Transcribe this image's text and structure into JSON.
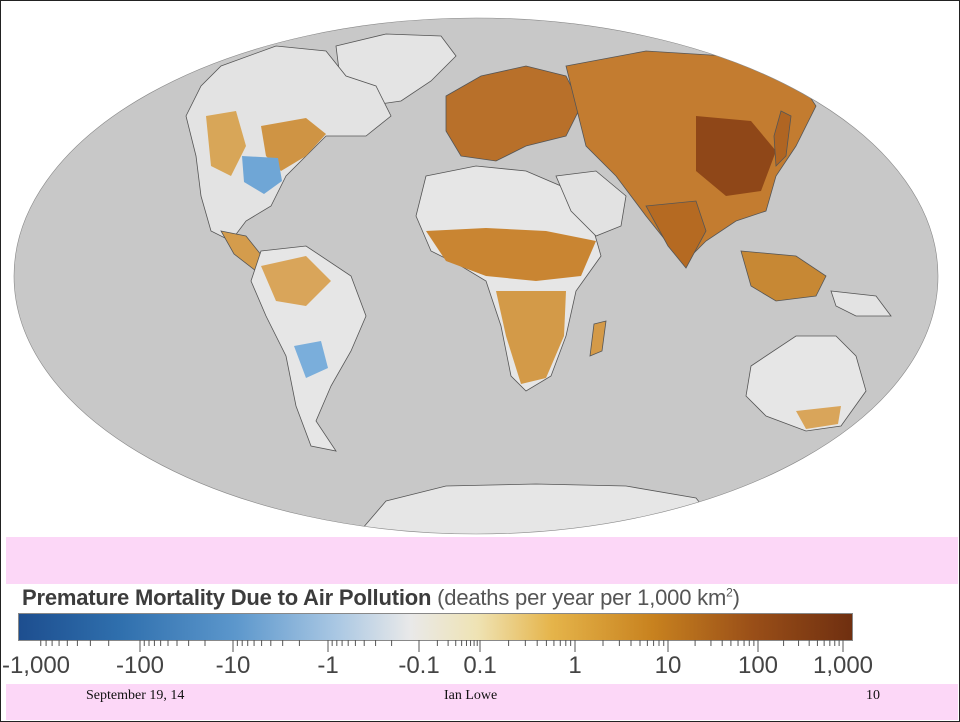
{
  "legend": {
    "title": "Premature Mortality Due to Air Pollution",
    "unit": "(deaths per year per 1,000 km",
    "unit_sup": "2",
    "unit_close": ")",
    "ticks": [
      "-1,000",
      "-100",
      "-10",
      "-1",
      "-0.1",
      "0.1",
      "1",
      "10",
      "100",
      "1,000"
    ],
    "colors": {
      "neg_max": "#1d4e8f",
      "zero": "#e9e9e9",
      "pos_max": "#6f2f10",
      "ocean": "#c8c8c8",
      "land_neutral": "#e6e6e6",
      "land_mid": "#d19a45",
      "land_high": "#a0541a",
      "land_neg": "#6fa6d6"
    }
  },
  "footer": {
    "date": "September 19, 14",
    "author": "Ian  Lowe",
    "page": "10"
  }
}
